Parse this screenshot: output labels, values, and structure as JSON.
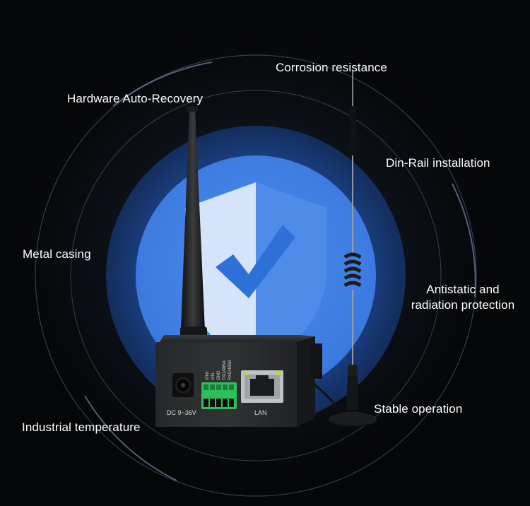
{
  "features": {
    "corrosion": "Corrosion resistance",
    "hardware_recovery": "Hardware Auto-Recovery",
    "din_rail": "Din-Rail installation",
    "metal_casing": "Metal casing",
    "antistatic_line1": "Antistatic and",
    "antistatic_line2": "radiation protection",
    "stable": "Stable operation",
    "industrial_temp": "Industrial temperature"
  },
  "device": {
    "power_label": "DC 9~36V",
    "lan_label": "LAN",
    "pins": [
      "VIN+",
      "VIN-",
      "GND",
      "TXD/485A",
      "RXD/485B"
    ]
  },
  "colors": {
    "shield_light": "#d6e4fb",
    "shield_blue": "#4f8be8",
    "check_blue": "#2f6fd8",
    "terminal_green": "#2fbf5a",
    "led_green": "#b7d93a"
  }
}
